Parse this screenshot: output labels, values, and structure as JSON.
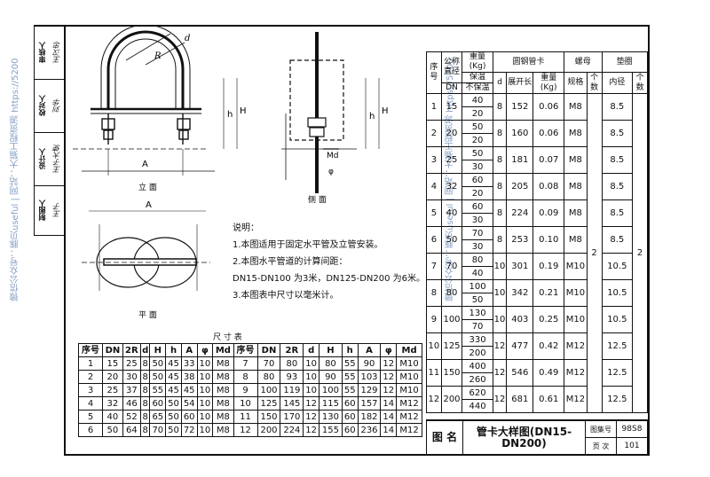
{
  "strip": {
    "labels": [
      "审核人",
      "校对人",
      "设计人",
      "制图人"
    ],
    "sigs": [
      "王汉忠",
      "刘华",
      "王子大使",
      "王子"
    ]
  },
  "watermarks": [
    "微信公众号：豚贝useful | 网站：大猫工程资源 https://5200",
    "微信公众号：豚贝useful | 网站：大猫工程资源 https://5200"
  ],
  "drawing": {
    "elevation_caption": "立 面",
    "side_caption": "侧 面",
    "plan_caption": "平 面",
    "labels": {
      "A": "A",
      "R": "R",
      "d": "d",
      "h": "h",
      "H": "H",
      "Md": "Md",
      "phi": "φ"
    }
  },
  "notes": {
    "heading": "说明：",
    "items": [
      "1.本图适用于固定水平管及立管安装。",
      "2.本图水平管道的计算间距：",
      "DN15-DN100 为3米，DN125-DN200 为6米。",
      "3.本图表中尺寸以毫米计。"
    ]
  },
  "dims_table": {
    "title": "尺 寸 表",
    "headers": [
      "序号",
      "DN",
      "2R",
      "d",
      "H",
      "h",
      "A",
      "φ",
      "Md"
    ],
    "rows_left": [
      [
        "1",
        "15",
        "25",
        "8",
        "50",
        "45",
        "33",
        "10",
        "M8"
      ],
      [
        "2",
        "20",
        "30",
        "8",
        "50",
        "45",
        "38",
        "10",
        "M8"
      ],
      [
        "3",
        "25",
        "37",
        "8",
        "55",
        "45",
        "45",
        "10",
        "M8"
      ],
      [
        "4",
        "32",
        "46",
        "8",
        "60",
        "50",
        "54",
        "10",
        "M8"
      ],
      [
        "5",
        "40",
        "52",
        "8",
        "65",
        "50",
        "60",
        "10",
        "M8"
      ],
      [
        "6",
        "50",
        "64",
        "8",
        "70",
        "50",
        "72",
        "10",
        "M8"
      ]
    ],
    "rows_right": [
      [
        "7",
        "70",
        "80",
        "10",
        "80",
        "55",
        "90",
        "12",
        "M10"
      ],
      [
        "8",
        "80",
        "93",
        "10",
        "90",
        "55",
        "103",
        "12",
        "M10"
      ],
      [
        "9",
        "100",
        "119",
        "10",
        "100",
        "55",
        "129",
        "12",
        "M10"
      ],
      [
        "10",
        "125",
        "145",
        "12",
        "115",
        "60",
        "157",
        "14",
        "M12"
      ],
      [
        "11",
        "150",
        "170",
        "12",
        "130",
        "60",
        "182",
        "14",
        "M12"
      ],
      [
        "12",
        "200",
        "224",
        "12",
        "155",
        "60",
        "236",
        "14",
        "M12"
      ]
    ]
  },
  "right_table": {
    "h_seq": "序号",
    "h_pipe": "公称直径",
    "h_dn": "DN",
    "h_weight": "重量(Kg)",
    "h_insul": "保温",
    "h_noinsul": "不保温",
    "h_round": "圆钢管卡",
    "h_d": "d",
    "h_len": "展开长",
    "h_wt": "重量(Kg)",
    "h_nut": "螺母",
    "h_spec": "规格",
    "h_count": "个数",
    "h_washer": "垫圈",
    "h_inner": "内径",
    "h_count2": "个数",
    "nut_count": "2",
    "washer_count": "2",
    "rows": [
      {
        "n": "1",
        "dn": "15",
        "w1": "40",
        "w2": "20",
        "d": "8",
        "len": "152",
        "wt": "0.06",
        "spec": "M8",
        "inner": "8.5"
      },
      {
        "n": "2",
        "dn": "20",
        "w1": "50",
        "w2": "20",
        "d": "8",
        "len": "160",
        "wt": "0.06",
        "spec": "M8",
        "inner": "8.5"
      },
      {
        "n": "3",
        "dn": "25",
        "w1": "50",
        "w2": "30",
        "d": "8",
        "len": "181",
        "wt": "0.07",
        "spec": "M8",
        "inner": "8.5"
      },
      {
        "n": "4",
        "dn": "32",
        "w1": "60",
        "w2": "20",
        "d": "8",
        "len": "205",
        "wt": "0.08",
        "spec": "M8",
        "inner": "8.5"
      },
      {
        "n": "5",
        "dn": "40",
        "w1": "60",
        "w2": "30",
        "d": "8",
        "len": "224",
        "wt": "0.09",
        "spec": "M8",
        "inner": "8.5"
      },
      {
        "n": "6",
        "dn": "50",
        "w1": "70",
        "w2": "30",
        "d": "8",
        "len": "253",
        "wt": "0.10",
        "spec": "M8",
        "inner": "8.5"
      },
      {
        "n": "7",
        "dn": "70",
        "w1": "80",
        "w2": "40",
        "d": "10",
        "len": "301",
        "wt": "0.19",
        "spec": "M10",
        "inner": "10.5"
      },
      {
        "n": "8",
        "dn": "80",
        "w1": "100",
        "w2": "50",
        "d": "10",
        "len": "342",
        "wt": "0.21",
        "spec": "M10",
        "inner": "10.5"
      },
      {
        "n": "9",
        "dn": "100",
        "w1": "130",
        "w2": "70",
        "d": "10",
        "len": "403",
        "wt": "0.25",
        "spec": "M10",
        "inner": "10.5"
      },
      {
        "n": "10",
        "dn": "125",
        "w1": "330",
        "w2": "200",
        "d": "12",
        "len": "477",
        "wt": "0.42",
        "spec": "M12",
        "inner": "12.5"
      },
      {
        "n": "11",
        "dn": "150",
        "w1": "400",
        "w2": "260",
        "d": "12",
        "len": "546",
        "wt": "0.49",
        "spec": "M12",
        "inner": "12.5"
      },
      {
        "n": "12",
        "dn": "200",
        "w1": "620",
        "w2": "440",
        "d": "12",
        "len": "681",
        "wt": "0.61",
        "spec": "M12",
        "inner": "12.5"
      }
    ]
  },
  "title_block": {
    "label_title": "图 名",
    "title": "管卡大样图(DN15-DN200)",
    "label_set": "图集号",
    "set_no": "98S8",
    "label_page": "页 次",
    "page_no": "101"
  }
}
